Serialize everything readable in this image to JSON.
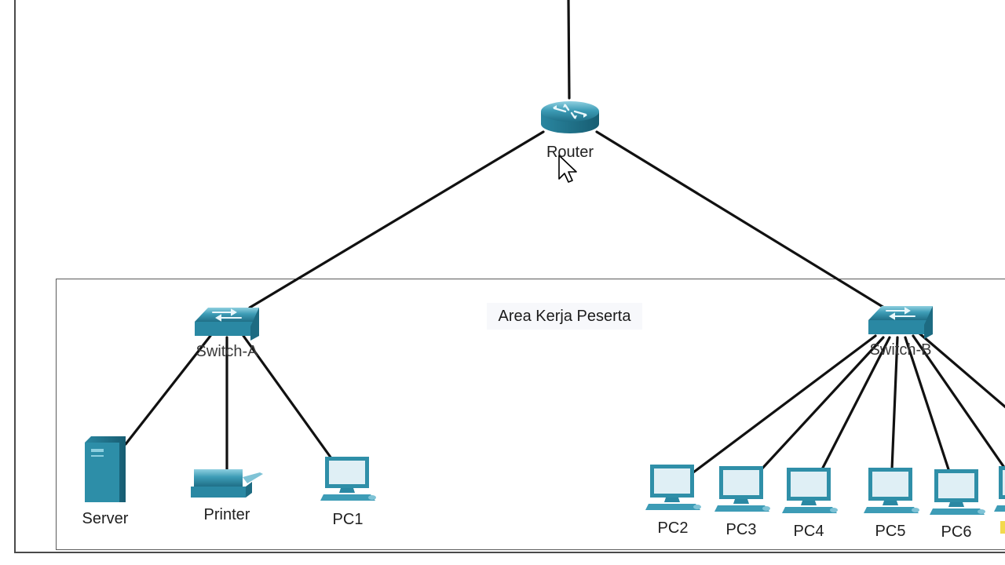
{
  "workspace": {
    "area_label": "Area Kerja Peserta"
  },
  "devices": {
    "router": {
      "label": "Router",
      "icon": "router-icon"
    },
    "switch_a": {
      "label": "Switch-A",
      "icon": "switch-icon"
    },
    "switch_b": {
      "label": "Switch-B",
      "icon": "switch-icon"
    },
    "server": {
      "label": "Server",
      "icon": "server-icon"
    },
    "printer": {
      "label": "Printer",
      "icon": "printer-icon"
    },
    "pc1": {
      "label": "PC1",
      "icon": "pc-icon"
    },
    "pc2": {
      "label": "PC2",
      "icon": "pc-icon"
    },
    "pc3": {
      "label": "PC3",
      "icon": "pc-icon"
    },
    "pc4": {
      "label": "PC4",
      "icon": "pc-icon"
    },
    "pc5": {
      "label": "PC5",
      "icon": "pc-icon"
    },
    "pc6": {
      "label": "PC6",
      "icon": "pc-icon"
    }
  },
  "links": [
    [
      "uplink",
      "router"
    ],
    [
      "router",
      "switch_a"
    ],
    [
      "router",
      "switch_b"
    ],
    [
      "switch_a",
      "server"
    ],
    [
      "switch_a",
      "printer"
    ],
    [
      "switch_a",
      "pc1"
    ],
    [
      "switch_b",
      "pc2"
    ],
    [
      "switch_b",
      "pc3"
    ],
    [
      "switch_b",
      "pc4"
    ],
    [
      "switch_b",
      "pc5"
    ],
    [
      "switch_b",
      "pc6"
    ]
  ],
  "colors": {
    "device": "#2f8fa8",
    "device_dark": "#1d6e86",
    "device_light": "#7fc3d6",
    "screen": "#dfeff5",
    "link": "#111111"
  }
}
